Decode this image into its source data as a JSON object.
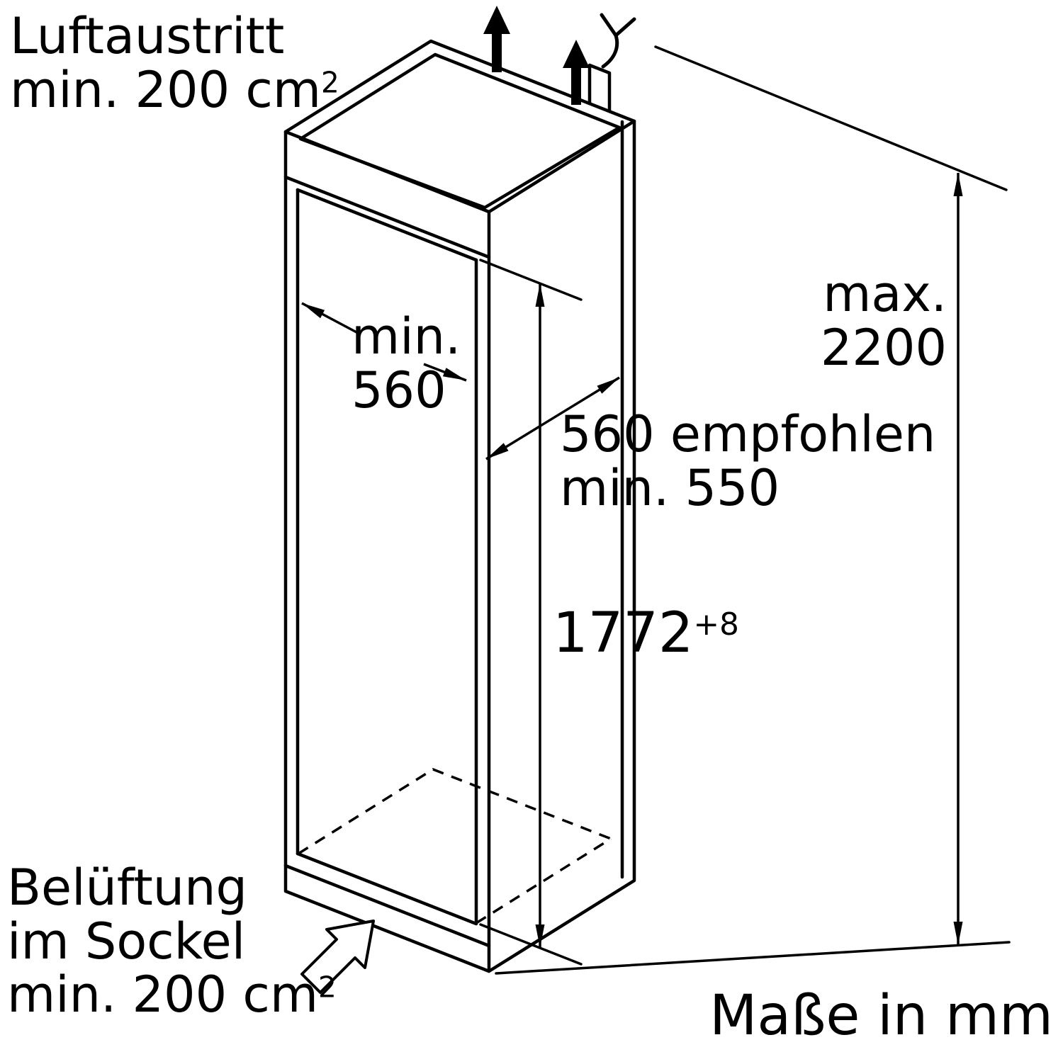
{
  "diagram": {
    "air_outlet": {
      "line1": "Luftaustritt",
      "line2": "min. 200 cm",
      "sup": "2"
    },
    "niche_width": {
      "line1": "min.",
      "line2": "560"
    },
    "niche_depth": {
      "line1": "560 empfohlen",
      "line2": "min. 550"
    },
    "niche_height": {
      "value": "1772",
      "tolerance": "+8"
    },
    "max_height": {
      "line1": "max.",
      "line2": "2200"
    },
    "base_ventilation": {
      "line1": "Belüftung",
      "line2": "im Sockel",
      "line3": "min. 200 cm",
      "sup": "2"
    },
    "units_note": "Maße in mm",
    "colors": {
      "line": "#000000",
      "background": "#ffffff"
    }
  }
}
